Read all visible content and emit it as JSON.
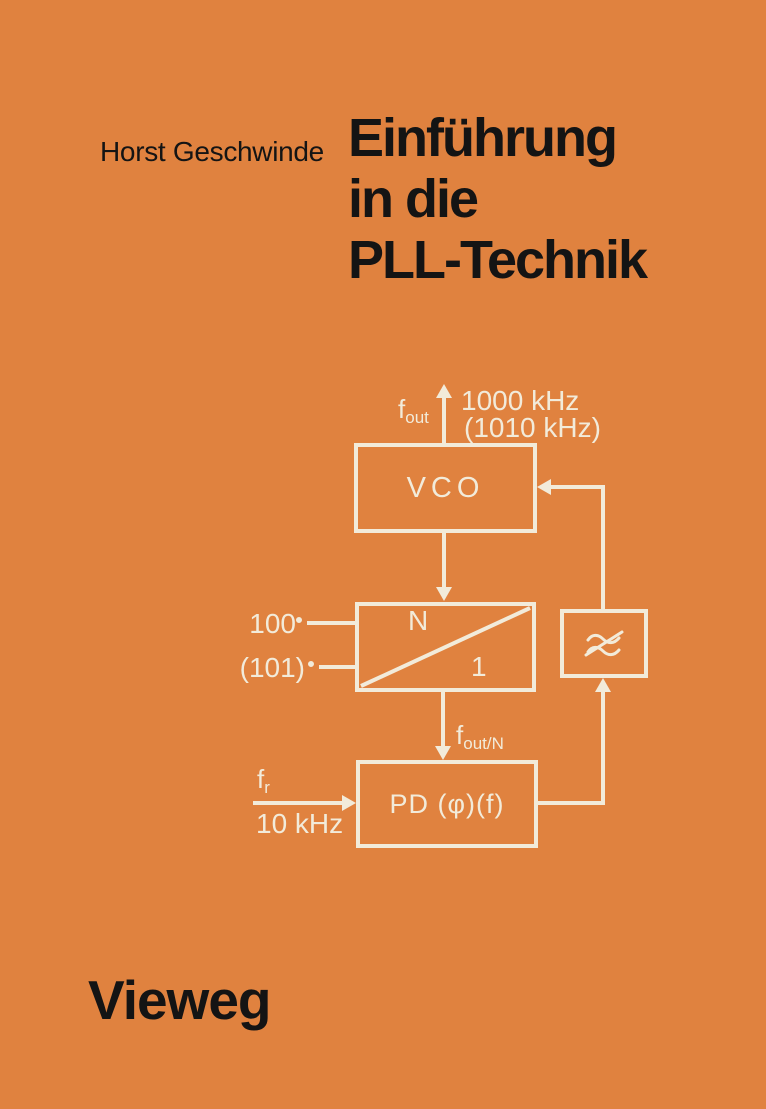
{
  "cover": {
    "author": "Horst Geschwinde",
    "title_lines": [
      "Einführung",
      "in die",
      "PLL-Technik"
    ],
    "publisher": "Vieweg"
  },
  "diagram": {
    "vco_label": "VCO",
    "divider_n": "N",
    "divider_1": "1",
    "pd_label": "PD (φ)(f)",
    "filter_icon": "lowpass-filter-icon",
    "fout_base": "f",
    "fout_sub": "out",
    "freq_line1": "1000 kHz",
    "freq_line2": "(1010 kHz)",
    "divide_value": "100",
    "divide_value_alt": "(101)",
    "foutn_base": "f",
    "foutn_sub": "out/N",
    "fr_base": "f",
    "fr_sub": "r",
    "fr_freq": "10 kHz"
  },
  "colors": {
    "background": "#E0823F",
    "line": "#F2EBDA",
    "ink": "#141414"
  }
}
